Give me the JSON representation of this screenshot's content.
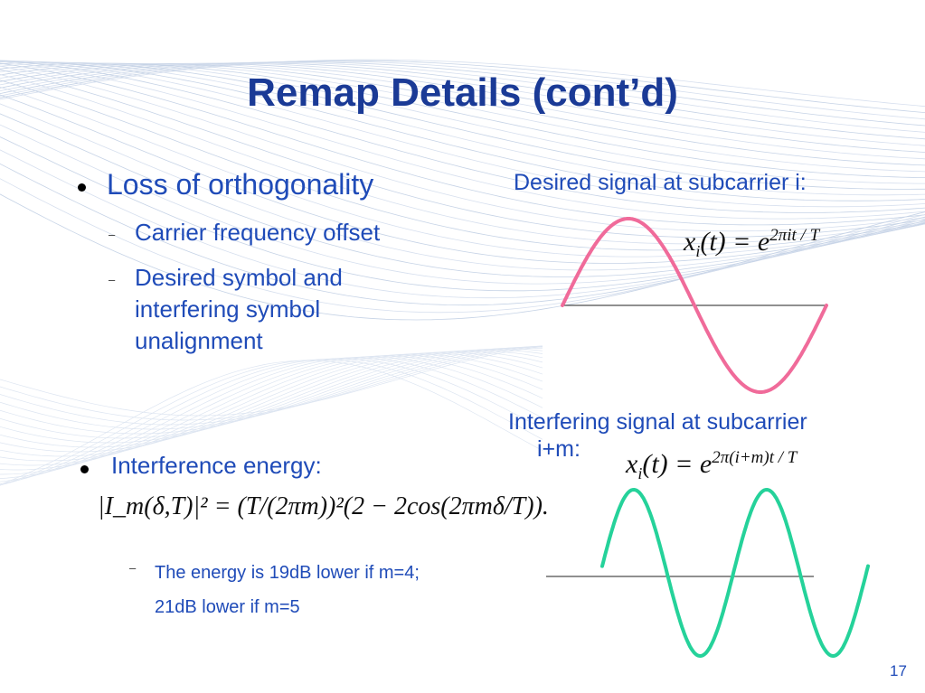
{
  "slide": {
    "title": "Remap Details (cont’d)",
    "page_number": "17"
  },
  "bullets": {
    "b1": {
      "text": "Loss of orthogonality",
      "subs": [
        {
          "text": "Carrier frequency offset"
        },
        {
          "lines": [
            "Desired symbol and",
            "interfering symbol",
            "unalignment"
          ]
        }
      ]
    },
    "b2": {
      "text": "Interference energy:",
      "formula": "|I_m(δ,T)|² = (T/(2πm))²(2 − 2cos(2πmδ/T)).",
      "subs": [
        {
          "lines": [
            "The energy is 19dB lower if m=4;",
            "21dB lower if m=5"
          ]
        }
      ]
    }
  },
  "signals": {
    "desired": {
      "caption": "Desired signal at subcarrier i:",
      "formula_lhs": "x",
      "formula_sub": "i",
      "formula_arg": "(t) = e",
      "formula_exp": "2πit / T",
      "color": "#f06b9a",
      "cycles": 1
    },
    "interfering": {
      "caption_line1": "Interfering signal at subcarrier",
      "caption_line2": "i+m:",
      "formula_lhs": "x",
      "formula_sub": "i",
      "formula_arg": "(t) = e",
      "formula_exp": "2π(i+m)t / T",
      "color": "#25d29a",
      "cycles": 2
    }
  }
}
